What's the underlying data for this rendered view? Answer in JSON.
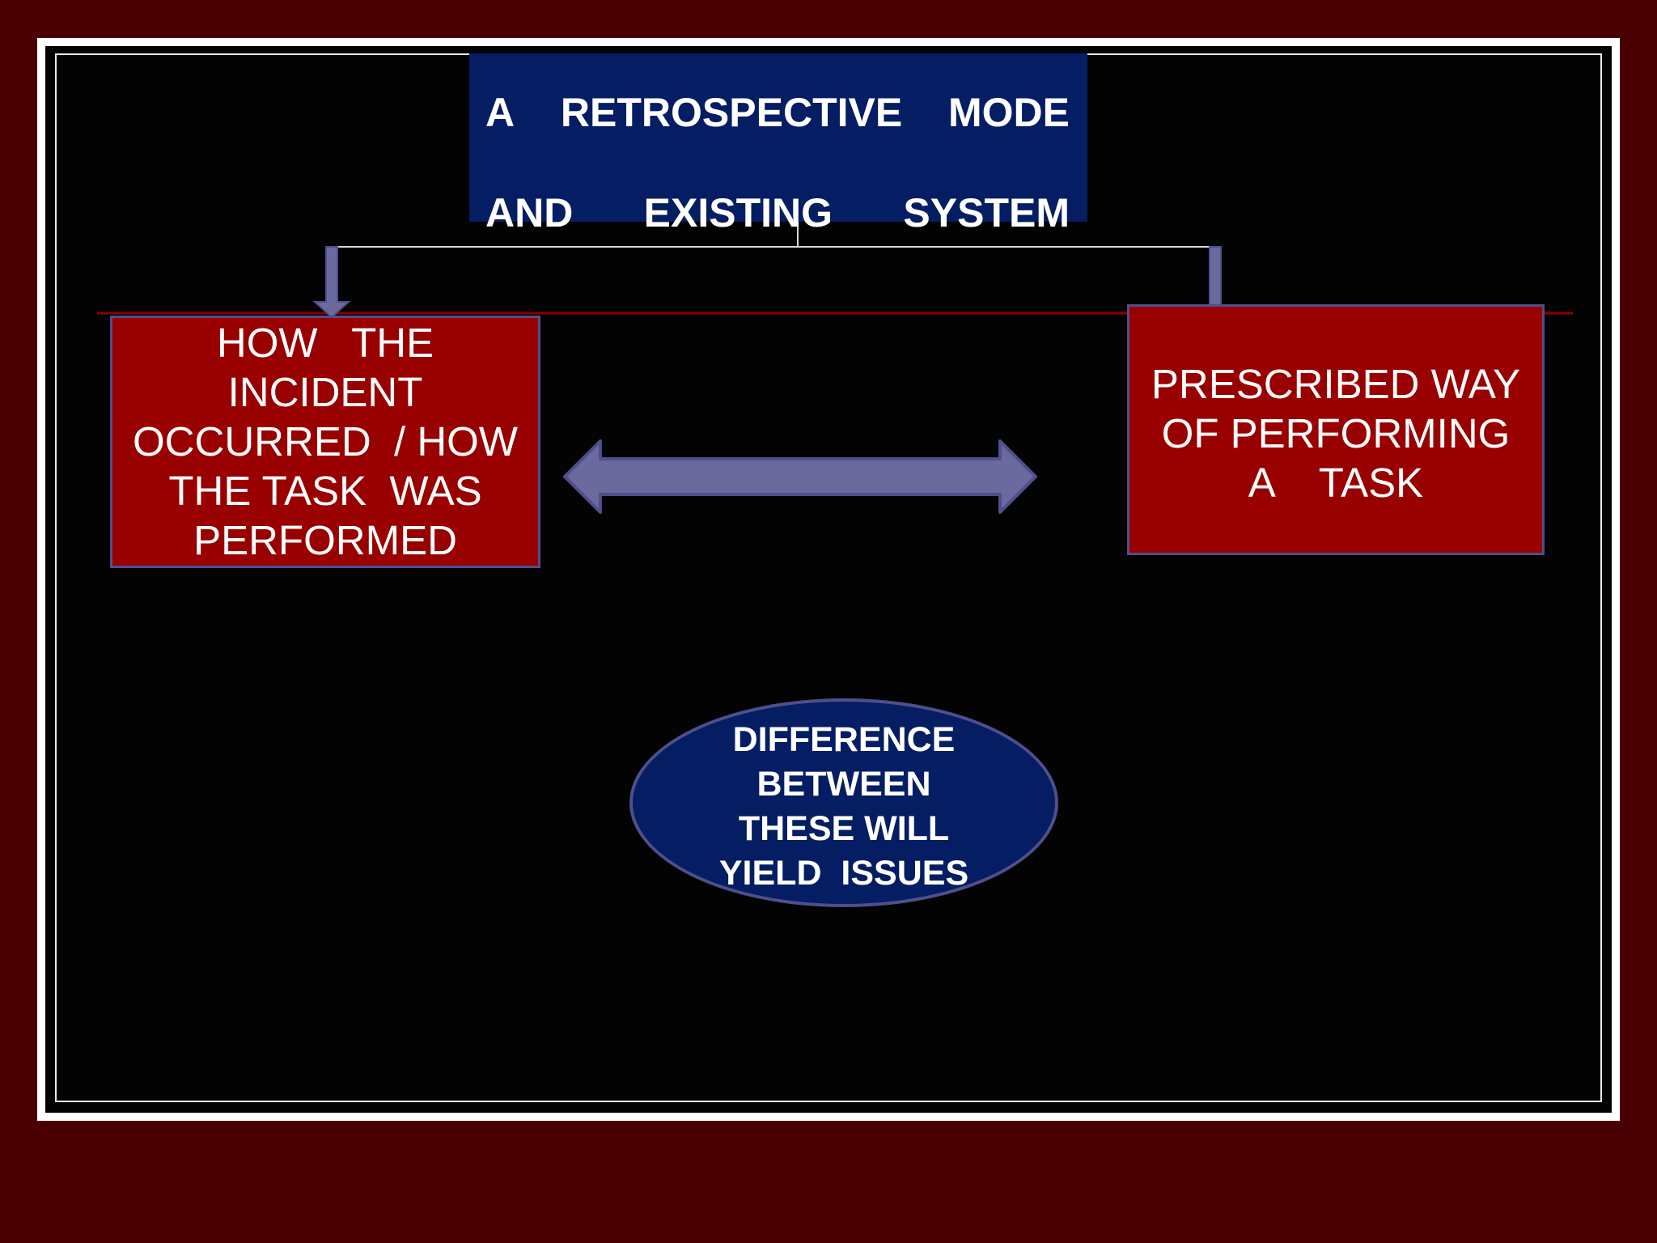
{
  "title": {
    "line1": [
      "A",
      "RETROSPECTIVE",
      "MODE"
    ],
    "line2": [
      "AND",
      "EXISTING",
      "SYSTEM"
    ]
  },
  "left_box": {
    "text": "HOW   THE\nINCIDENT\nOCCURRED  / HOW\nTHE TASK  WAS\nPERFORMED"
  },
  "right_box": {
    "text": "PRESCRIBED WAY\nOF PERFORMING\nA    TASK"
  },
  "oval": {
    "text": "DIFFERENCE\nBETWEEN\nTHESE WILL\nYIELD  ISSUES"
  },
  "colors": {
    "background": "#4a0002",
    "panel": "#030304",
    "title_fill": "#041d63",
    "box_fill": "#990000",
    "arrow_fill": "#6a6a9e",
    "arrow_stroke": "#4f4f8c",
    "divider": "#8b0000"
  }
}
